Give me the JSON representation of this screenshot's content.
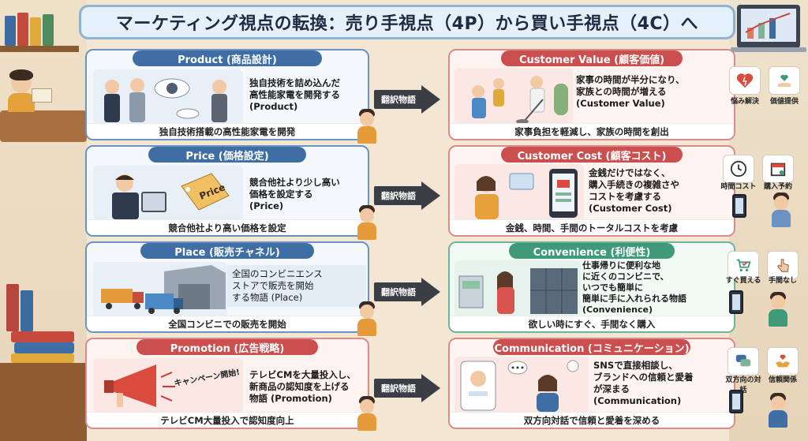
{
  "title": "マーケティング視点の転換：売り手視点（4P）から買い手視点（4C）へ",
  "arrow_label": "翻訳物語",
  "colors": {
    "blue_header": "#3f6ea5",
    "red_header": "#cc4f4f",
    "green_header": "#3f9a7a",
    "arrow": "#3b3f45"
  },
  "left": [
    {
      "header": "Product (商品設計)",
      "desc": "独自技術を詰め込んだ\n高性能家電を開発する\n(Product)",
      "caption": "独自技術搭載の高性能家電を開発"
    },
    {
      "header": "Price (価格設定)",
      "desc": "競合他社より少し高い\n価格を設定する\n(Price)",
      "caption": "競合他社より高い価格を設定",
      "tag": "Price"
    },
    {
      "header": "Place (販売チャネル)",
      "desc": "全国のコンビニエンス\nストアで販売を開始\nする物語 (Place)",
      "caption": "全国コンビニでの販売を開始"
    },
    {
      "header": "Promotion (広告戦略)",
      "desc": "テレビCMを大量投入し、\n新商品の認知度を上げる\n物語 (Promotion)",
      "caption": "テレビCM大量投入で認知度向上",
      "callout": "キャンペーン開始!"
    }
  ],
  "right": [
    {
      "header": "Customer Value (顧客価値)",
      "desc": "家事の時間が半分になり、\n家族との時間が増える\n(Customer Value)",
      "caption": "家事負担を軽減し、家族の時間を創出",
      "badges": [
        "悩み解決",
        "価値提供"
      ]
    },
    {
      "header": "Customer Cost (顧客コスト)",
      "desc": "金銭だけではなく、\n購入手続きの複雑さや\nコストを考慮する\n(Customer Cost)",
      "caption": "金銭、時間、手間のトータルコストを考慮",
      "badges": [
        "時間コスト",
        "購入予約"
      ]
    },
    {
      "header": "Convenience (利便性)",
      "desc": "仕事帰りに便利な地\nに近くのコンビニで、\nいつでも簡単に\n簡単に手に入れられる物語\n(Convenience)",
      "caption": "欲しい時にすぐ、手間なく購入",
      "badges": [
        "すぐ買える",
        "手間なし"
      ]
    },
    {
      "header": "Communication (コミュニケーション)",
      "desc": "SNSで直接相談し、\nブランドへの信頼と愛着\nが深まる\n(Communication)",
      "caption": "双方向対話で信頼と愛着を深める",
      "badges": [
        "双方向の対話",
        "信頼関係"
      ]
    }
  ]
}
